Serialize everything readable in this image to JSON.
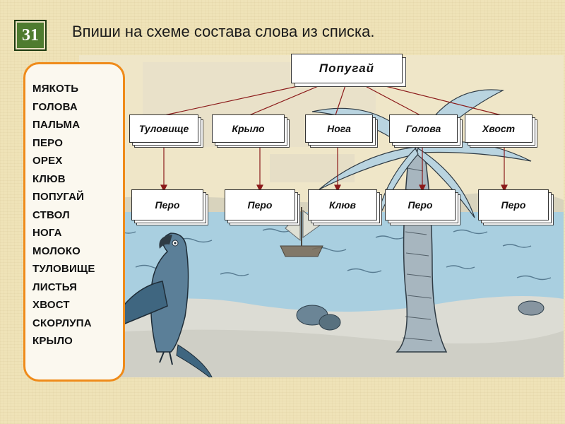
{
  "badge": "31",
  "title": "Впиши на схеме состава слова из списка.",
  "word_list": [
    "МЯКОТЬ",
    "ГОЛОВА",
    "ПАЛЬМА",
    "ПЕРО",
    "ОРЕХ",
    "КЛЮВ",
    "ПОПУГАЙ",
    "СТВОЛ",
    "НОГА",
    "МОЛОКО",
    "ТУЛОВИЩЕ",
    "ЛИСТЬЯ",
    "ХВОСТ",
    "СКОРЛУПА",
    "КРЫЛО"
  ],
  "diagram": {
    "root": "Попугай",
    "parts": [
      "Туловище",
      "Крыло",
      "Нога",
      "Голова",
      "Хвост"
    ],
    "details": [
      "Перо",
      "Перо",
      "Клюв",
      "Перо",
      "Перо"
    ]
  },
  "colors": {
    "badge": "#4e7b2f",
    "list_border": "#ef8b1a",
    "sea": "#a9cfe0"
  }
}
